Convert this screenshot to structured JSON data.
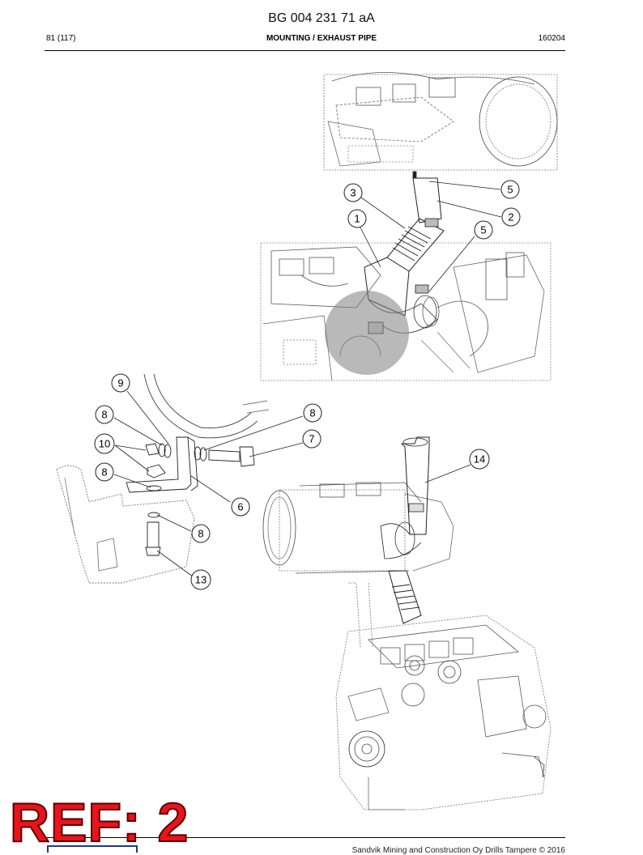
{
  "header": {
    "doc_number": "BG 004 231 71 aA",
    "page_count": "81 (117)",
    "section_title": "MOUNTING / EXHAUST PIPE",
    "date": "160204"
  },
  "callouts": [
    "1",
    "2",
    "3",
    "5",
    "5",
    "6",
    "7",
    "8",
    "8",
    "8",
    "8",
    "9",
    "10",
    "13",
    "14"
  ],
  "stamp": {
    "text": "REF: 2",
    "color": "#e8141c"
  },
  "footer": {
    "copyright": "Sandvik Mining and Construction Oy Drills Tampere © 2016"
  }
}
